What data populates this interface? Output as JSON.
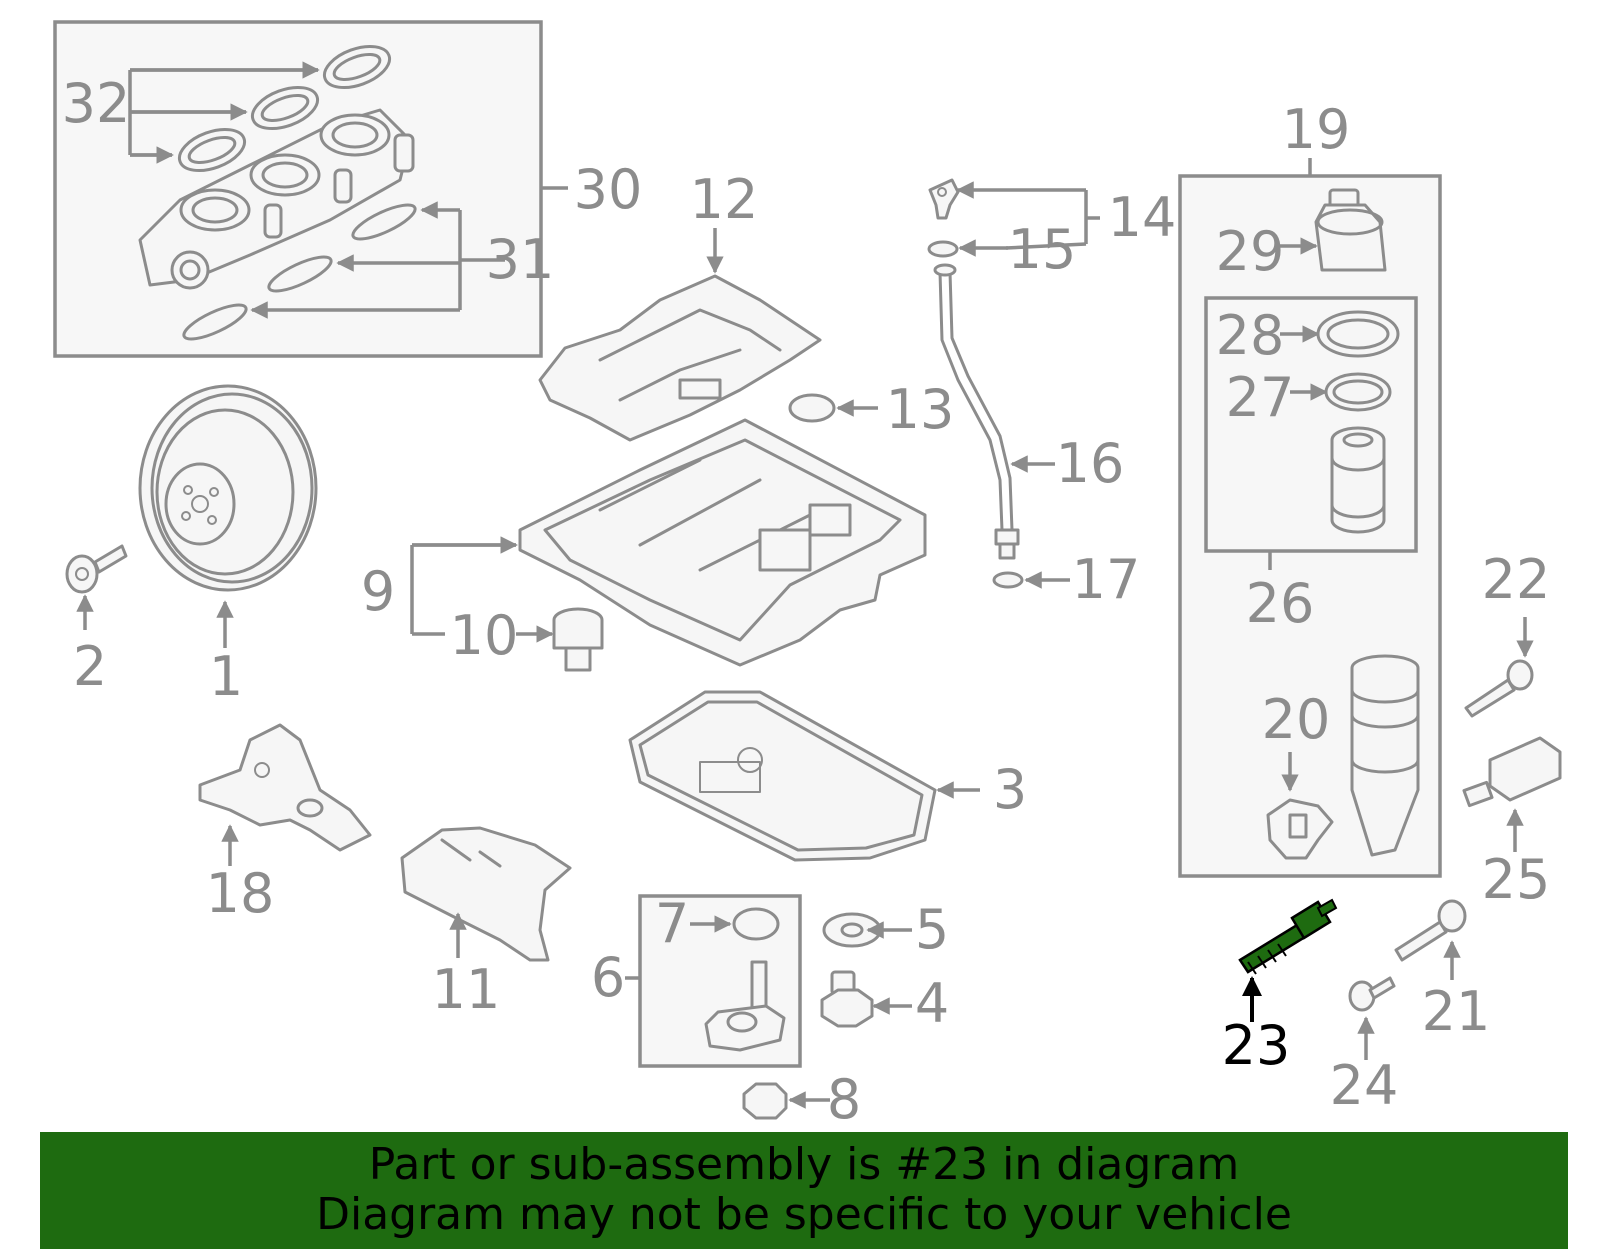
{
  "diagram": {
    "highlight_part": "23",
    "highlight_color": "#1e6b10",
    "line_color": "#8c8c8c",
    "callouts": {
      "c1": "1",
      "c2": "2",
      "c3": "3",
      "c4": "4",
      "c5": "5",
      "c6": "6",
      "c7": "7",
      "c8": "8",
      "c9": "9",
      "c10": "10",
      "c11": "11",
      "c12": "12",
      "c13": "13",
      "c14": "14",
      "c15": "15",
      "c16": "16",
      "c17": "17",
      "c18": "18",
      "c19": "19",
      "c20": "20",
      "c21": "21",
      "c22": "22",
      "c23": "23",
      "c24": "24",
      "c25": "25",
      "c26": "26",
      "c27": "27",
      "c28": "28",
      "c29": "29",
      "c30": "30",
      "c31": "31",
      "c32": "32"
    }
  },
  "banner": {
    "line1": "Part or sub-assembly is #23 in diagram",
    "line2": "Diagram may not be specific to your vehicle",
    "background": "#1e6b10"
  }
}
